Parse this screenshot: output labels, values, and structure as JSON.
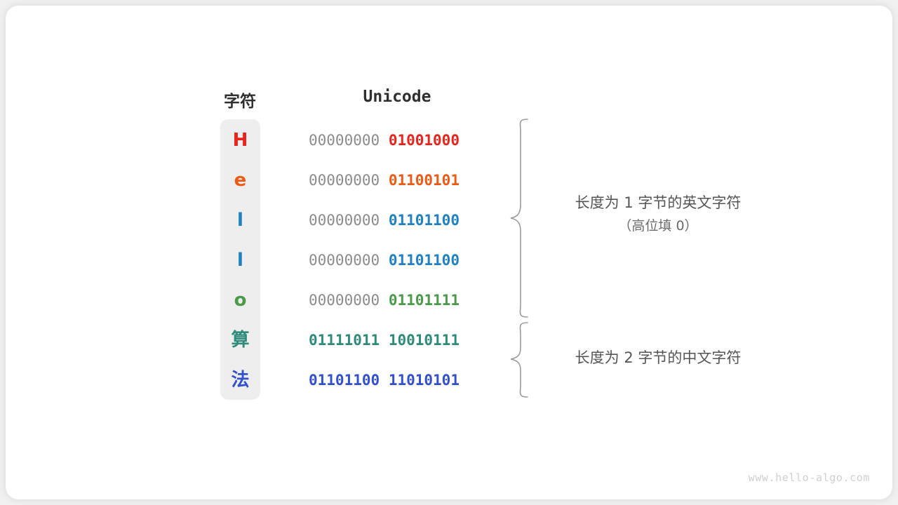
{
  "diagram": {
    "title_char_column": "字符",
    "title_unicode_column": "Unicode",
    "watermark": "www.hello-algo.com",
    "colors": {
      "red": "#e8241c",
      "orange": "#ec5b16",
      "blue": "#1f80c4",
      "green": "#4a9a4a",
      "teal": "#2e8b7a",
      "royal_blue": "#3250cd",
      "pad_gray": "#8b8b8b",
      "column_bg": "#eeeeee",
      "brace_gray": "#9a9a9a",
      "annotation_gray": "#555555"
    },
    "rows": [
      {
        "char": "H",
        "color": "#e8241c",
        "pad_byte": "00000000",
        "main_byte": "01001000",
        "pad_is_gray": true
      },
      {
        "char": "e",
        "color": "#ec5b16",
        "pad_byte": "00000000",
        "main_byte": "01100101",
        "pad_is_gray": true
      },
      {
        "char": "l",
        "color": "#1f80c4",
        "pad_byte": "00000000",
        "main_byte": "01101100",
        "pad_is_gray": true
      },
      {
        "char": "l",
        "color": "#1f80c4",
        "pad_byte": "00000000",
        "main_byte": "01101100",
        "pad_is_gray": true
      },
      {
        "char": "o",
        "color": "#4a9a4a",
        "pad_byte": "00000000",
        "main_byte": "01101111",
        "pad_is_gray": true
      },
      {
        "char": "算",
        "color": "#2e8b7a",
        "pad_byte": "01111011",
        "main_byte": "10010111",
        "pad_is_gray": false
      },
      {
        "char": "法",
        "color": "#3250cd",
        "pad_byte": "01101100",
        "main_byte": "11010101",
        "pad_is_gray": false
      }
    ],
    "annotations": [
      {
        "line1": "长度为 1 字节的英文字符",
        "line2": "（高位填 0）"
      },
      {
        "line1": "长度为 2 字节的中文字符",
        "line2": ""
      }
    ]
  }
}
